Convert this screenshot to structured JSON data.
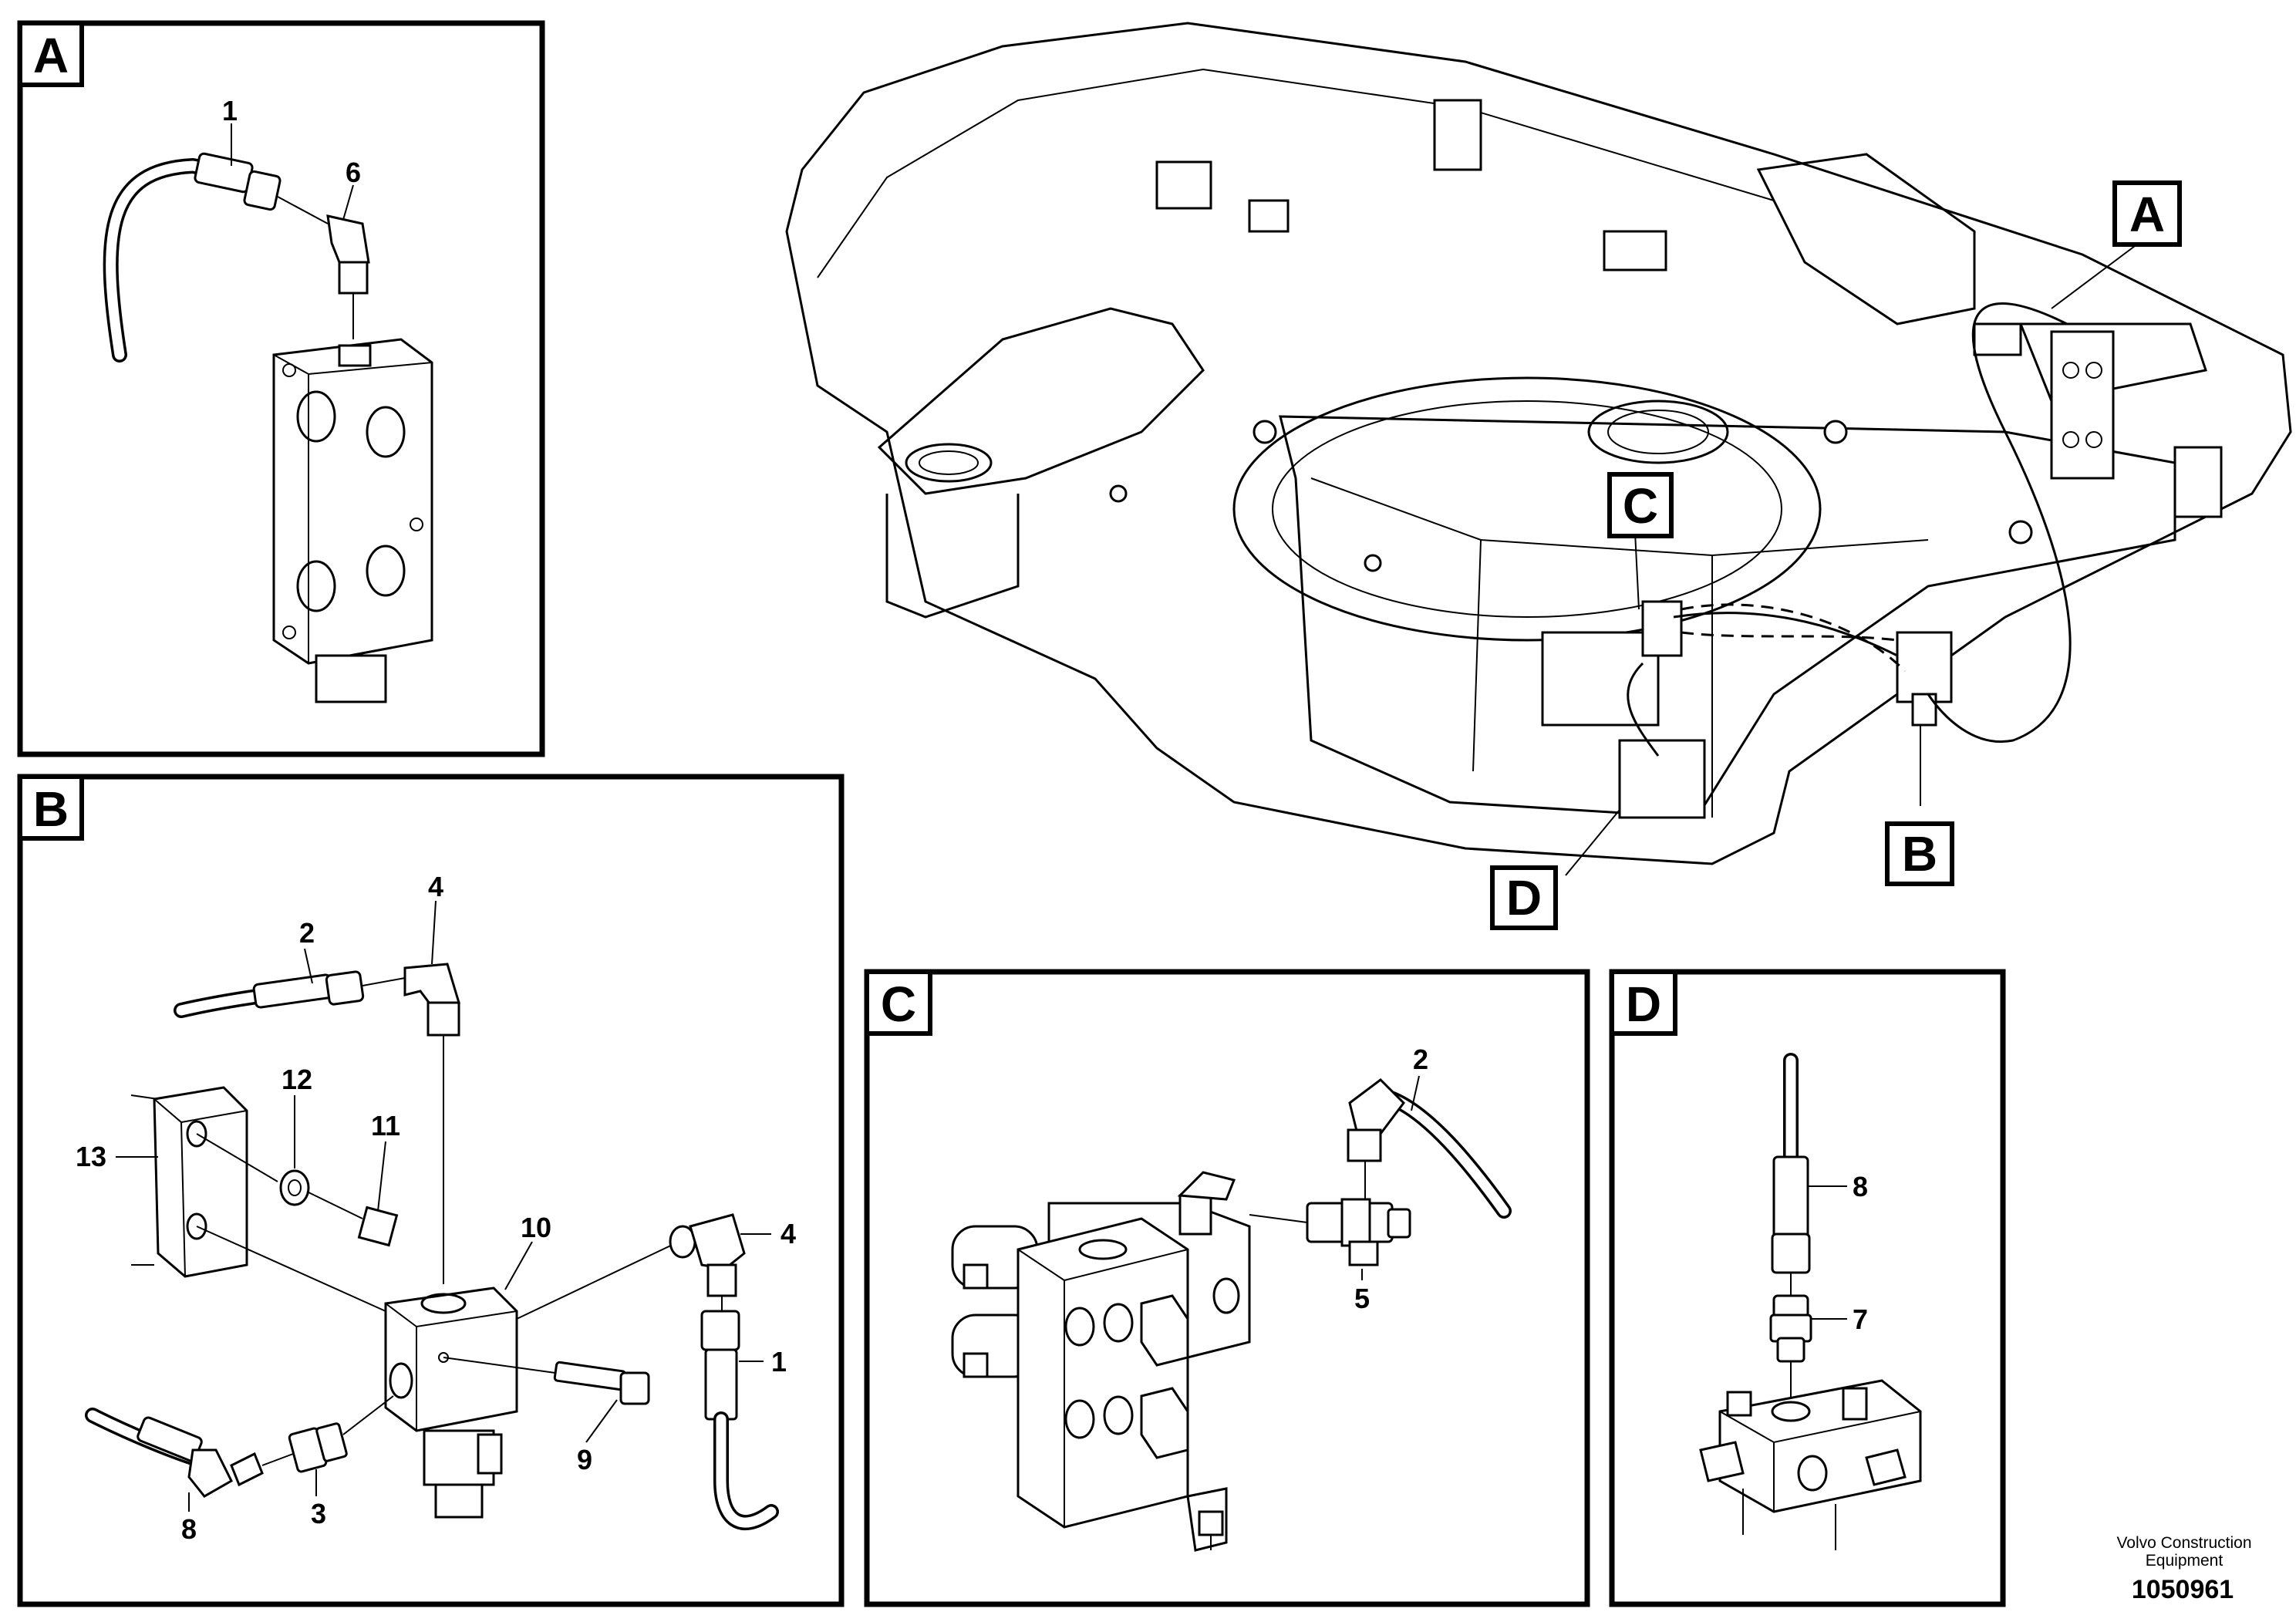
{
  "views": {
    "A": {
      "tag": "A",
      "callouts": {
        "c1": "1",
        "c6": "6"
      }
    },
    "B": {
      "tag": "B",
      "callouts": {
        "c2": "2",
        "c4a": "4",
        "c12": "12",
        "c11": "11",
        "c13": "13",
        "c10": "10",
        "c4b": "4",
        "c1": "1",
        "c9": "9",
        "c3": "3",
        "c8": "8"
      }
    },
    "C": {
      "tag": "C",
      "callouts": {
        "c2": "2",
        "c5": "5"
      }
    },
    "D": {
      "tag": "D",
      "callouts": {
        "c8": "8",
        "c7": "7"
      }
    }
  },
  "overview": {
    "tags": {
      "A": "A",
      "B": "B",
      "C": "C",
      "D": "D"
    }
  },
  "footer": {
    "brand_line1": "Volvo Construction",
    "brand_line2": "Equipment",
    "drawing_number": "1050961"
  }
}
